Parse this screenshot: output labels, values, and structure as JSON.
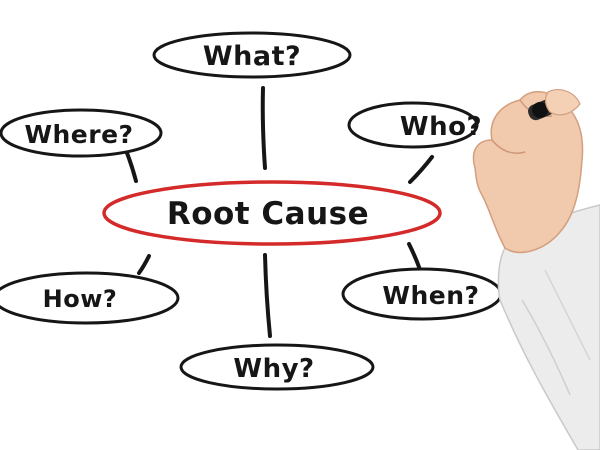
{
  "diagram": {
    "center": {
      "label": "Root Cause",
      "outline_color": "#d42a2a"
    },
    "questions": [
      {
        "id": "what",
        "label": "What?"
      },
      {
        "id": "where",
        "label": "Where?"
      },
      {
        "id": "who",
        "label": "Who?"
      },
      {
        "id": "how",
        "label": "How?"
      },
      {
        "id": "when",
        "label": "When?"
      },
      {
        "id": "why",
        "label": "Why?"
      }
    ],
    "ink_color": "#161616",
    "marker_color": "#2a2a2a"
  },
  "illustration": {
    "subject": "hand-with-marker-icon"
  }
}
